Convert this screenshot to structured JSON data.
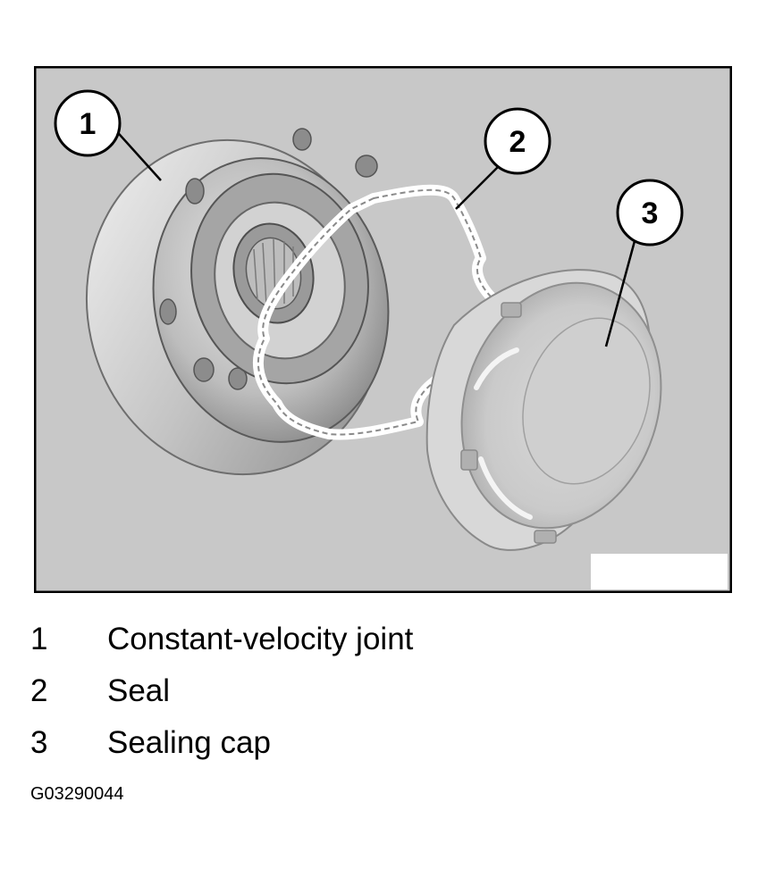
{
  "colors": {
    "background": "#c8c8c8",
    "frame": "#000000",
    "part_light": "#e6e6e6",
    "part_mid": "#b4b4b4",
    "part_dark": "#6e6e6e",
    "label_fill": "#ffffff"
  },
  "callouts": [
    {
      "number": "1"
    },
    {
      "number": "2"
    },
    {
      "number": "3"
    }
  ],
  "legend": [
    {
      "number": "1",
      "text": "Constant-velocity joint"
    },
    {
      "number": "2",
      "text": "Seal"
    },
    {
      "number": "3",
      "text": "Sealing cap"
    }
  ],
  "figure_id": "G03290044"
}
